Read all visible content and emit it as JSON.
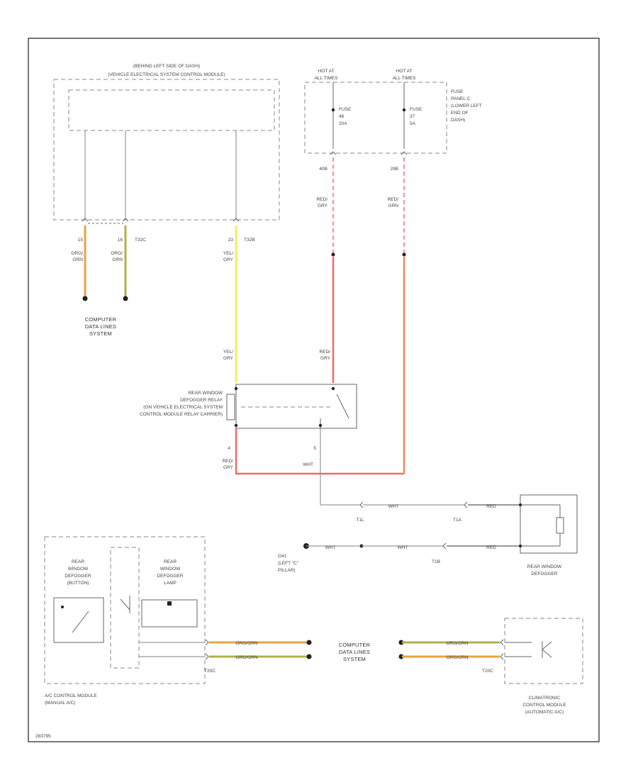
{
  "colors": {
    "gray_wire": "#a8a8a8",
    "org_grn": "#e8a340",
    "org_grn_stripe": "#b0b04a",
    "yel_gry": "#f0ef4a",
    "red_gry": "#ee6b6b",
    "red_gry_dash": "#f4a0a0",
    "red_org": "#ea8a5a"
  },
  "labels": {
    "vecm_loc": "(BEHIND LEFT SIDE OF DASH)",
    "vecm_name": "(VEHICLE ELECTRICAL SYSTEM CONTROL MODULE)",
    "hot_at_1": "HOT AT",
    "hot_at_1b": "ALL TIMES",
    "hot_at_2": "HOT AT",
    "hot_at_2b": "ALL TIMES",
    "fuse1_a": "FUSE",
    "fuse1_b": "46",
    "fuse1_c": "20A",
    "fuse2_a": "FUSE",
    "fuse2_b": "37",
    "fuse2_c": "5A",
    "fuse_panel_a": "FUSE",
    "fuse_panel_b": "PANEL C",
    "fuse_panel_c": "(LOWER LEFT",
    "fuse_panel_d": "END OF",
    "fuse_panel_e": "DASH)",
    "c1_num": "15",
    "c2_num": "16",
    "c2_conn": "T32C",
    "c3_num": "23",
    "c3_conn": "T32B",
    "wire_org_grn_1a": "ORG/",
    "wire_org_grn_1b": "GRN",
    "wire_org_grn_2a": "ORG/",
    "wire_org_grn_2b": "GRN",
    "wire_yel_gry_a": "YEL/",
    "wire_yel_gry_b": "GRY",
    "fuse_out_1": "40B",
    "fuse_out_2": "29B",
    "wire_red_gry_1a": "RED/",
    "wire_red_gry_1b": "GRY",
    "wire_red_gry_2a": "RED/",
    "wire_red_gry_2b": "GRN",
    "cdls_1a": "COMPUTER",
    "cdls_1b": "DATA LINES",
    "cdls_1c": "SYSTEM",
    "relay_wire_yel_a": "YEL/",
    "relay_wire_yel_b": "GRY",
    "relay_wire_red_a": "RED/",
    "relay_wire_red_b": "GRY",
    "relay_name_a": "REAR WINDOW",
    "relay_name_b": "DEFOGGER RELAY",
    "relay_name_c": "(ON VEHICLE ELECTRICAL SYSTEM",
    "relay_name_d": "CONTROL MODULE RELAY CARRIER)",
    "relay_pin_4": "4",
    "relay_pin_5": "5",
    "relay_out_red_a": "RED/",
    "relay_out_red_b": "GRY",
    "relay_out_wht": "WHT",
    "wht_1": "WHT",
    "t1l": "T1L",
    "t1a": "T1A",
    "red_1": "RED",
    "red_2": "RED",
    "ground_a": "G41",
    "ground_b": "(LEFT \"C\"",
    "ground_c": "PILLAR)",
    "wht_2": "WHT",
    "wht_3": "WHT",
    "t1b": "T1B",
    "defogger_a": "REAR WINDOW",
    "defogger_b": "DEFOGGER",
    "ac_btn_a": "REAR",
    "ac_btn_b": "WINDOW",
    "ac_btn_c": "DEFOGGER",
    "ac_btn_d": "(BUTTON)",
    "ac_lamp_a": "REAR",
    "ac_lamp_b": "WINDOW",
    "ac_lamp_c": "DEFOGGER",
    "ac_lamp_d": "LAMP",
    "ac_wire_1": "ORG/GRN",
    "ac_wire_2": "ORG/GRN",
    "ac_conn": "T20C",
    "ac_name_a": "A/C CONTROL MODULE",
    "ac_name_b": "(MANUAL A/C)",
    "cdls_2a": "COMPUTER",
    "cdls_2b": "DATA LINES",
    "cdls_2c": "SYSTEM",
    "ct_wire_1": "ORG/GRN",
    "ct_wire_2": "ORG/GRN",
    "ct_conn": "T20C",
    "ct_name_a": "CLIMATRONIC",
    "ct_name_b": "CONTROL MODULE",
    "ct_name_c": "(AUTOMATIC A/C)",
    "fig_code": "283795"
  }
}
